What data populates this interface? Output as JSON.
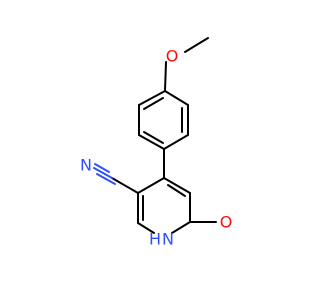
{
  "molecule": {
    "atoms": {
      "methoxy_oxygen": "O",
      "nitrile_nitrogen": "N",
      "ring_nitrogen": "H",
      "ring_nitrogen_symbol": "N",
      "carbonyl_oxygen": "O"
    },
    "colors": {
      "bond": "#000000",
      "oxygen": "#ff0d0d",
      "nitrogen": "#3050f8",
      "background": "#ffffff"
    }
  }
}
